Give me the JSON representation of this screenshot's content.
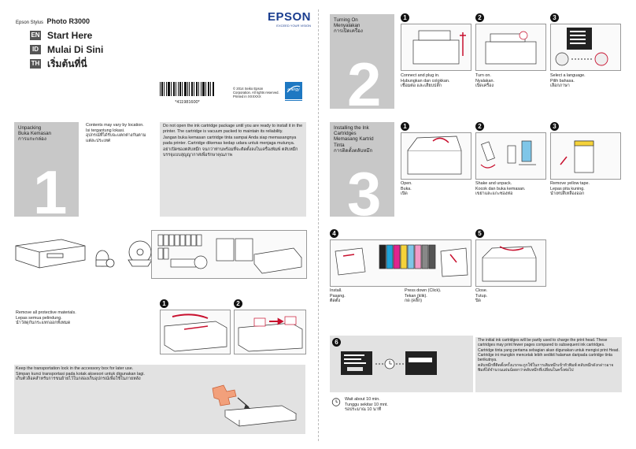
{
  "header": {
    "product_prefix": "Epson Stylus",
    "product_name": "Photo R3000",
    "brand": "EPSON",
    "tagline": "EXCEED YOUR VISION",
    "languages": [
      {
        "code": "EN",
        "text": "Start Here"
      },
      {
        "code": "ID",
        "text": "Mulai Di Sini"
      },
      {
        "code": "TH",
        "text": "เริ่มต้นที่นี่"
      }
    ],
    "barcode_number": "*411981600*",
    "copyright": [
      "© 2014 Seiko Epson",
      "Corporation. All rights reserved.",
      "Printed in XXXXXX"
    ],
    "energy_star": "ENERGY STAR"
  },
  "unpacking": {
    "title": [
      "Unpacking",
      "Buka Kemasan",
      "การแกะกล่อง"
    ],
    "number": "1",
    "contents_note": [
      "Contents may vary by location.",
      "Isi tergantung lokasi.",
      "อุปกรณ์ที่ได้รับจะแตกต่างกันตามแต่ละประเทศ"
    ],
    "warning": [
      "Do not open the ink cartridge package until you are ready to install it in the printer. The cartridge is vacuum packed to maintain its reliability.",
      "Jangan buka kemasan cartridge tinta sampai Anda siap memasangnya pada printer. Cartridge dikemas kedap udara untuk menjaga mutunya.",
      "อย่าเปิดซองตลับหมึก จนกว่าท่านพร้อมที่จะติดตั้งลงในเครื่องพิมพ์ ตลับหมึกบรรจุแบบสุญญากาศเพื่อรักษาคุณภาพ"
    ]
  },
  "protective": {
    "text": [
      "Remove all protective materials.",
      "Lepas semua pelindung.",
      "นำวัสดุกันกระแทกออกทั้งหมด"
    ],
    "steps": [
      "1",
      "2"
    ]
  },
  "transport": {
    "text": [
      "Keep the transportation lock in the accessory box for later use.",
      "Simpan kunci transportasi pada kotak aksesori untuk digunakan lagi.",
      "เก็บตัวล็อคสำหรับการขนย้ายไว้ในกล่องเก็บอุปกรณ์เพื่อใช้ในภายหลัง"
    ]
  },
  "turning_on": {
    "title": [
      "Turning On",
      "Menyalakan",
      "การเปิดเครื่อง"
    ],
    "number": "2",
    "steps": [
      {
        "num": "1",
        "caption": [
          "Connect and plug in.",
          "Hubungkan dan colokkan.",
          "เชื่อมต่อ และเสียบปลั๊ก"
        ]
      },
      {
        "num": "2",
        "caption": [
          "Turn on.",
          "Nyalakan.",
          "เปิดเครื่อง"
        ]
      },
      {
        "num": "3",
        "caption": [
          "Select a language.",
          "Pilih bahasa.",
          "เลือกภาษา"
        ]
      }
    ]
  },
  "install_ink": {
    "title": [
      "Installing the Ink",
      "Cartridges",
      "Memasang Kartrid",
      "Tinta",
      "การติดตั้งตลับหมึก"
    ],
    "number": "3",
    "steps": [
      {
        "num": "1",
        "caption": [
          "Open.",
          "Buka.",
          "เปิด"
        ]
      },
      {
        "num": "2",
        "caption": [
          "Shake and unpack.",
          "Kocok dan buka kemasan.",
          "เขย่าและแกะซองห่อ"
        ]
      },
      {
        "num": "3",
        "caption": [
          "Remove yellow tape.",
          "Lepas pita kuning.",
          "นำเทปสีเหลืองออก"
        ]
      },
      {
        "num": "4",
        "caption": [
          "Install.",
          "Pasang.",
          "ติดตั้ง"
        ],
        "caption2": [
          "Press down (Click).",
          "Tekan (klik).",
          "กด (คลิ๊ก)"
        ]
      },
      {
        "num": "5",
        "caption": [
          "Close.",
          "Tutup.",
          "ปิด"
        ]
      },
      {
        "num": "6",
        "caption": [
          "Wait about 10 min.",
          "Tunggu sekitar 10 mnt.",
          "รอประมาณ 10 นาที"
        ]
      }
    ],
    "note": [
      "The initial ink cartridges will be partly used to charge the print head. These cartridges may print fewer pages compared to subsequent ink cartridges.",
      "Cartridge tinta yang pertama sebagian akan digunakan untuk mengisi print Head. Cartridge ini mungkin mencetak lebih sedikit halaman daripada cartridge tinta berikutnya.",
      "ตลับหมึกที่ติดตั้งครั้งแรกจะถูกใช้ในการเติมหมึกเข้าหัวพิมพ์ ตลับหมึกดังกล่าวอาจพิมพ์ได้จำนวนแผ่นน้อยกว่าตลับหมึกที่เปลี่ยนในครั้งต่อไป"
    ]
  },
  "colors": {
    "accent": "#c8102e",
    "panel": "#c8c8c8",
    "brand_blue": "#1a3d8f"
  }
}
